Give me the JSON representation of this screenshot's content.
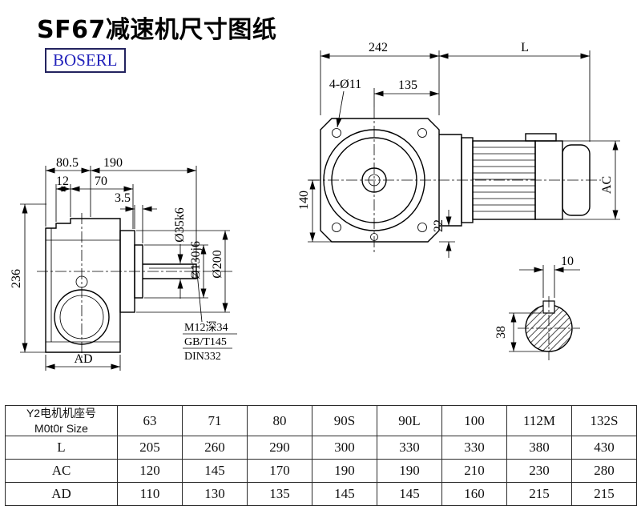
{
  "title": "SF67减速机尺寸图纸",
  "logo": "BOSERL",
  "views": {
    "left": {
      "dims": {
        "w805": "80.5",
        "w190": "190",
        "w12": "12",
        "w70": "70",
        "t35": "3.5",
        "h236": "236",
        "ad": "AD"
      },
      "labels": {
        "shaft": "Ø35k6",
        "spigot": "Ø130j6",
        "flange": "Ø200"
      },
      "notes": {
        "tap": "M12深34",
        "gb": "GB/T145",
        "din": "DIN332"
      }
    },
    "front": {
      "dims": {
        "w242": "242",
        "l": "L",
        "holes": "4-Ø11",
        "w135": "135",
        "h140": "140",
        "h22": "22",
        "ac": "AC"
      }
    },
    "shaft_section": {
      "dims": {
        "key_w": "10",
        "key_h": "38"
      }
    }
  },
  "table": {
    "corner": {
      "line1": "Y2电机机座号",
      "line2": "M0t0r Size"
    },
    "sizes": [
      "63",
      "71",
      "80",
      "90S",
      "90L",
      "100",
      "112M",
      "132S"
    ],
    "rows": [
      {
        "label": "L",
        "values": [
          "205",
          "260",
          "290",
          "300",
          "330",
          "330",
          "380",
          "430"
        ]
      },
      {
        "label": "AC",
        "values": [
          "120",
          "145",
          "170",
          "190",
          "190",
          "210",
          "230",
          "280"
        ]
      },
      {
        "label": "AD",
        "values": [
          "110",
          "130",
          "135",
          "145",
          "145",
          "160",
          "215",
          "215"
        ]
      }
    ]
  }
}
